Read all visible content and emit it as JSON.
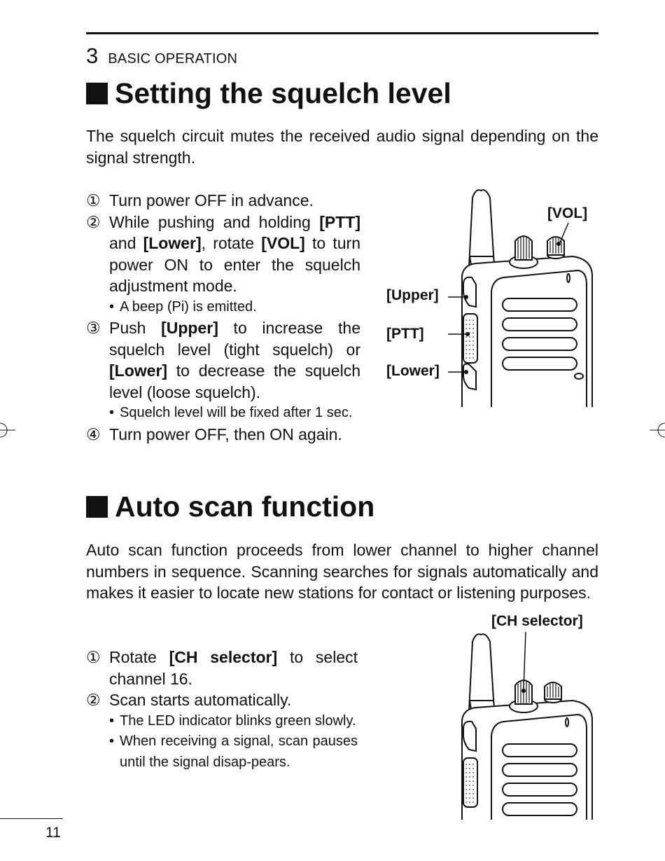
{
  "header": {
    "chapter_number": "3",
    "chapter_title": "BASIC OPERATION"
  },
  "section1": {
    "heading": "Setting the squelch level",
    "intro": "The squelch circuit mutes the received audio signal depending on the signal strength.",
    "steps": [
      {
        "num": "①",
        "text": "Turn power OFF in advance."
      },
      {
        "num": "②",
        "pre": "While pushing and holding ",
        "b1": "[PTT]",
        "mid1": " and ",
        "b2": "[Lower]",
        "mid2": ", rotate ",
        "b3": "[VOL]",
        "post": " to turn power ON to enter the squelch adjustment mode.",
        "note": "A beep (Pi) is emitted."
      },
      {
        "num": "③",
        "pre": "Push ",
        "b1": "[Upper]",
        "mid1": " to increase the squelch level (tight squelch) or ",
        "b2": "[Lower]",
        "post": " to decrease the squelch level (loose squelch).",
        "note": "Squelch level will be fixed after 1 sec."
      },
      {
        "num": "④",
        "text": "Turn power OFF, then ON again."
      }
    ],
    "figure_labels": {
      "vol": "[VOL]",
      "upper": "[Upper]",
      "ptt": "[PTT]",
      "lower": "[Lower]"
    }
  },
  "section2": {
    "heading": "Auto scan function",
    "intro": "Auto scan function proceeds from lower channel to higher channel numbers in sequence. Scanning searches for signals automatically and makes it easier to locate new stations for contact or listening purposes.",
    "steps": [
      {
        "num": "①",
        "pre": "Rotate ",
        "b1": "[CH selector]",
        "post": " to select channel 16."
      },
      {
        "num": "②",
        "text": "Scan starts automatically.",
        "notes": [
          "The LED indicator blinks green slowly.",
          "When receiving a signal, scan pauses until the signal disap-pears."
        ]
      }
    ],
    "figure_labels": {
      "ch_selector": "[CH selector]"
    }
  },
  "footer": {
    "page_number": "11",
    "bullet": "•"
  }
}
